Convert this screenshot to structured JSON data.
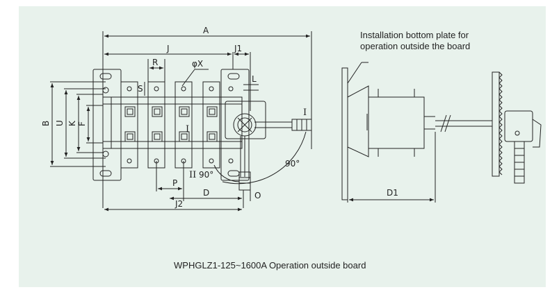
{
  "diagram": {
    "caption": "WPHGLZ1-125~1600A Operation outside board",
    "note_line1": "Installation bottom plate for",
    "note_line2": "operation outside the board",
    "dims": {
      "A": "A",
      "J": "J",
      "J1": "J1",
      "R": "R",
      "phiX": "φX",
      "L": "L",
      "S": "S",
      "B": "B",
      "U": "U",
      "K": "K",
      "F": "F",
      "P": "P",
      "D": "D",
      "J2": "J2",
      "O": "O",
      "D1": "D1",
      "one_top": "I",
      "one_mid": "I",
      "two": "II",
      "deg_left": "90°",
      "deg_right": "90°"
    }
  }
}
